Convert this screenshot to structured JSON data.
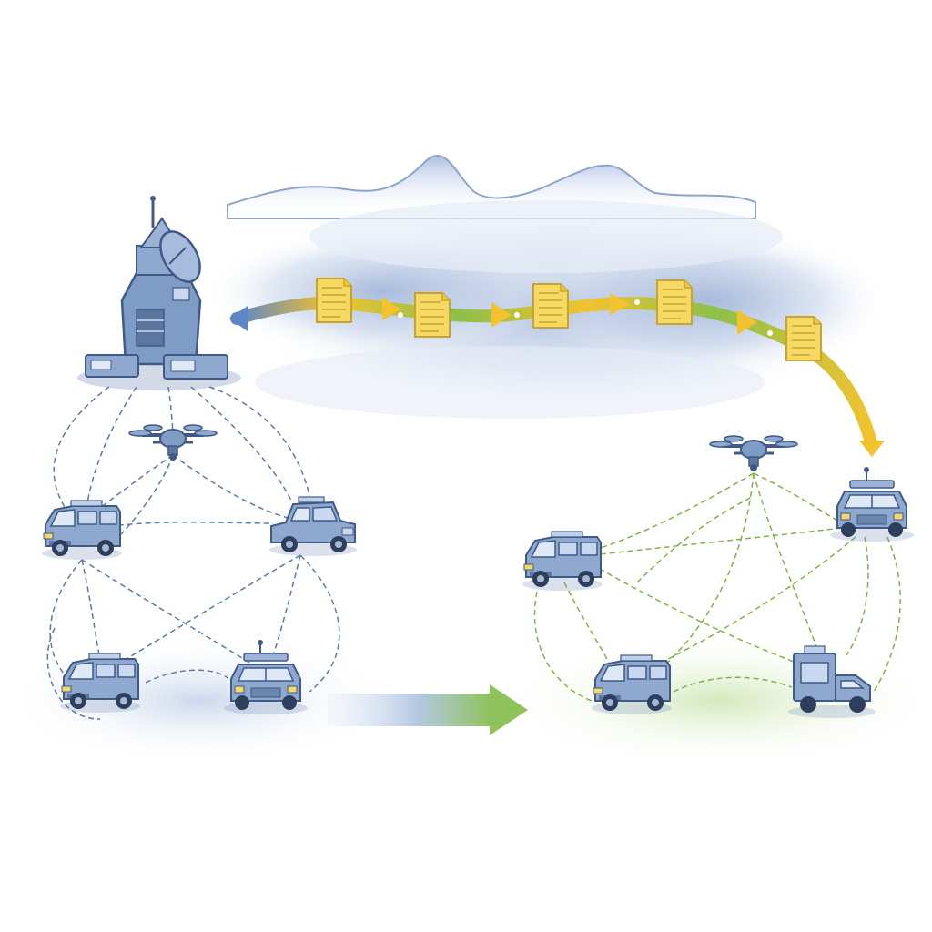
{
  "diagram": {
    "palette": {
      "blue_link": "#5b7aa6",
      "green_link": "#7fb34a",
      "vehicle_body": "#8aa3c8",
      "vehicle_dark": "#3f5a86",
      "tower_body": "#7f9cc6",
      "packet_fill": "#f6d964",
      "packet_edge": "#c9a42a",
      "flow_yellow": "#f2c230",
      "flow_green": "#8cc04a",
      "cloud": "#c9d6ea",
      "sky_blue": "#4d78c0"
    },
    "left_cluster": {
      "base_station": {
        "icon": "satellite-dish-tower-icon"
      },
      "nodes": [
        {
          "id": "drone-left",
          "icon": "quadcopter-drone-icon"
        },
        {
          "id": "van-left-1",
          "icon": "van-icon"
        },
        {
          "id": "suv-left",
          "icon": "suv-icon"
        },
        {
          "id": "van-left-2",
          "icon": "van-icon"
        },
        {
          "id": "truck-left",
          "icon": "antenna-truck-icon"
        }
      ]
    },
    "right_cluster": {
      "nodes": [
        {
          "id": "drone-right",
          "icon": "quadcopter-drone-icon"
        },
        {
          "id": "truck-right",
          "icon": "antenna-truck-icon"
        },
        {
          "id": "van-right-1",
          "icon": "van-icon"
        },
        {
          "id": "van-right-2",
          "icon": "van-icon"
        },
        {
          "id": "box-vehicle-right",
          "icon": "box-vehicle-icon"
        }
      ]
    },
    "packets": [
      {
        "icon": "data-packet-icon"
      },
      {
        "icon": "data-packet-icon"
      },
      {
        "icon": "data-packet-icon"
      },
      {
        "icon": "data-packet-icon"
      },
      {
        "icon": "data-packet-icon"
      }
    ],
    "transition_arrow": {
      "icon": "gradient-arrow-icon"
    }
  }
}
